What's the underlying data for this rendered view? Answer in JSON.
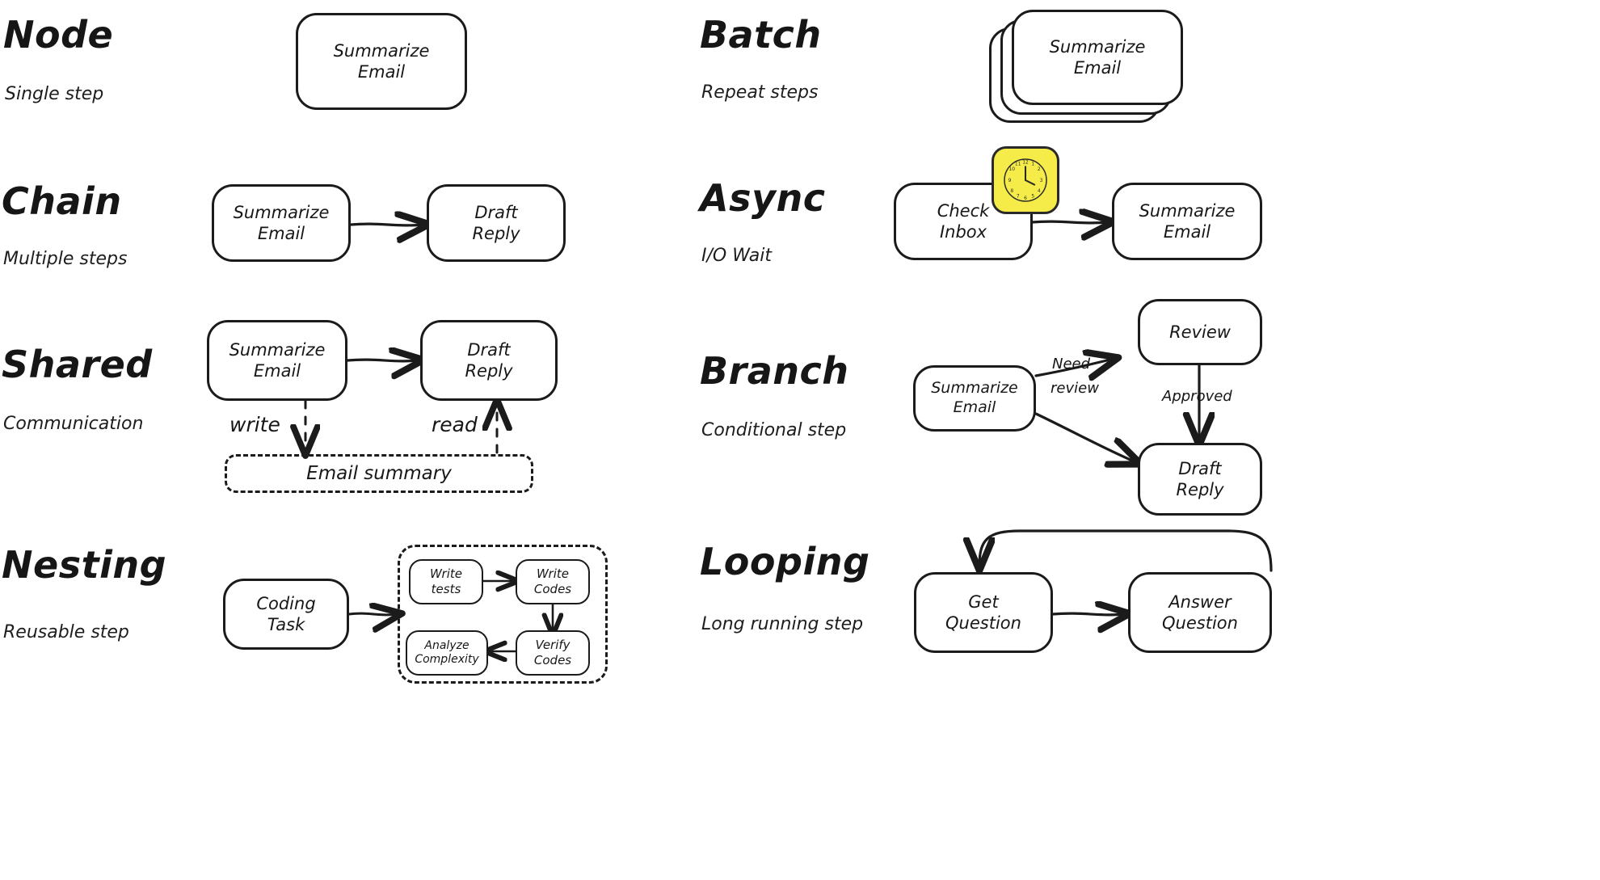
{
  "page": {
    "background": "#ffffff",
    "ink": "#1b1b1b",
    "accent_yellow": "#f5ec4a",
    "style": "hand-drawn sketch"
  },
  "sections": [
    {
      "id": "node",
      "title": "Node",
      "subtitle": "Single step",
      "nodes": [
        {
          "label": "Summarize\nEmail"
        }
      ]
    },
    {
      "id": "batch",
      "title": "Batch",
      "subtitle": "Repeat steps",
      "nodes": [
        {
          "label": "Summarize\nEmail"
        }
      ],
      "note": "stacked cards"
    },
    {
      "id": "chain",
      "title": "Chain",
      "subtitle": "Multiple steps",
      "nodes": [
        {
          "label": "Summarize\nEmail"
        },
        {
          "label": "Draft\nReply"
        }
      ],
      "edges": [
        {
          "from": "Summarize Email",
          "to": "Draft Reply",
          "label": ""
        }
      ]
    },
    {
      "id": "async",
      "title": "Async",
      "subtitle": "I/O Wait",
      "nodes": [
        {
          "label": "Check\nInbox"
        },
        {
          "label": "Summarize\nEmail"
        }
      ],
      "edges": [
        {
          "from": "Check Inbox",
          "to": "Summarize Email",
          "label": ""
        }
      ],
      "icon": "clock-icon"
    },
    {
      "id": "shared",
      "title": "Shared",
      "subtitle": "Communication",
      "nodes": [
        {
          "label": "Summarize\nEmail"
        },
        {
          "label": "Draft\nReply"
        }
      ],
      "store": {
        "label": "Email summary"
      },
      "edges": [
        {
          "from": "Summarize Email",
          "to": "Draft Reply",
          "label": ""
        },
        {
          "from": "Summarize Email",
          "to": "Email summary",
          "label": "write",
          "style": "dashed"
        },
        {
          "from": "Email summary",
          "to": "Draft Reply",
          "label": "read",
          "style": "dashed"
        }
      ]
    },
    {
      "id": "branch",
      "title": "Branch",
      "subtitle": "Conditional step",
      "nodes": [
        {
          "label": "Summarize\nEmail"
        },
        {
          "label": "Review"
        },
        {
          "label": "Draft\nReply"
        }
      ],
      "edges": [
        {
          "from": "Summarize Email",
          "to": "Review",
          "label": "Need\nreview"
        },
        {
          "from": "Review",
          "to": "Draft Reply",
          "label": "Approved"
        },
        {
          "from": "Summarize Email",
          "to": "Draft Reply",
          "label": ""
        }
      ],
      "labels": {
        "need_review_line1": "Need",
        "need_review_line2": "review",
        "approved": "Approved"
      }
    },
    {
      "id": "nesting",
      "title": "Nesting",
      "subtitle": "Reusable step",
      "nodes": [
        {
          "label": "Coding\nTask"
        }
      ],
      "subflow": [
        {
          "label": "Write\ntests"
        },
        {
          "label": "Write\nCodes"
        },
        {
          "label": "Verify\nCodes"
        },
        {
          "label": "Analyze\nComplexity"
        }
      ],
      "edges": [
        {
          "from": "Coding Task",
          "to": "Write tests"
        },
        {
          "from": "Write tests",
          "to": "Write Codes"
        },
        {
          "from": "Write Codes",
          "to": "Verify Codes"
        },
        {
          "from": "Verify Codes",
          "to": "Analyze Complexity"
        }
      ]
    },
    {
      "id": "looping",
      "title": "Looping",
      "subtitle": "Long running step",
      "nodes": [
        {
          "label": "Get\nQuestion"
        },
        {
          "label": "Answer\nQuestion"
        }
      ],
      "edges": [
        {
          "from": "Get Question",
          "to": "Answer Question",
          "label": ""
        },
        {
          "from": "Answer Question",
          "to": "Get Question",
          "label": "",
          "style": "loop-back"
        }
      ]
    }
  ],
  "text": {
    "node_title": "Node",
    "node_sub": "Single step",
    "node_box": "Summarize\nEmail",
    "batch_title": "Batch",
    "batch_sub": "Repeat steps",
    "batch_box": "Summarize\nEmail",
    "chain_title": "Chain",
    "chain_sub": "Multiple steps",
    "chain_box1": "Summarize\nEmail",
    "chain_box2": "Draft\nReply",
    "async_title": "Async",
    "async_sub": "I/O Wait",
    "async_box1": "Check\nInbox",
    "async_box2": "Summarize\nEmail",
    "shared_title": "Shared",
    "shared_sub": "Communication",
    "shared_box1": "Summarize\nEmail",
    "shared_box2": "Draft\nReply",
    "shared_write": "write",
    "shared_read": "read",
    "shared_store": "Email summary",
    "branch_title": "Branch",
    "branch_sub": "Conditional step",
    "branch_box1": "Summarize\nEmail",
    "branch_box2": "Review",
    "branch_box3": "Draft\nReply",
    "branch_need": "Need",
    "branch_review": "review",
    "branch_approved": "Approved",
    "nesting_title": "Nesting",
    "nesting_sub": "Reusable step",
    "nesting_box1": "Coding\nTask",
    "nesting_sub1": "Write\ntests",
    "nesting_sub2": "Write\nCodes",
    "nesting_sub3": "Verify\nCodes",
    "nesting_sub4": "Analyze\nComplexity",
    "looping_title": "Looping",
    "looping_sub": "Long running step",
    "looping_box1": "Get\nQuestion",
    "looping_box2": "Answer\nQuestion"
  }
}
